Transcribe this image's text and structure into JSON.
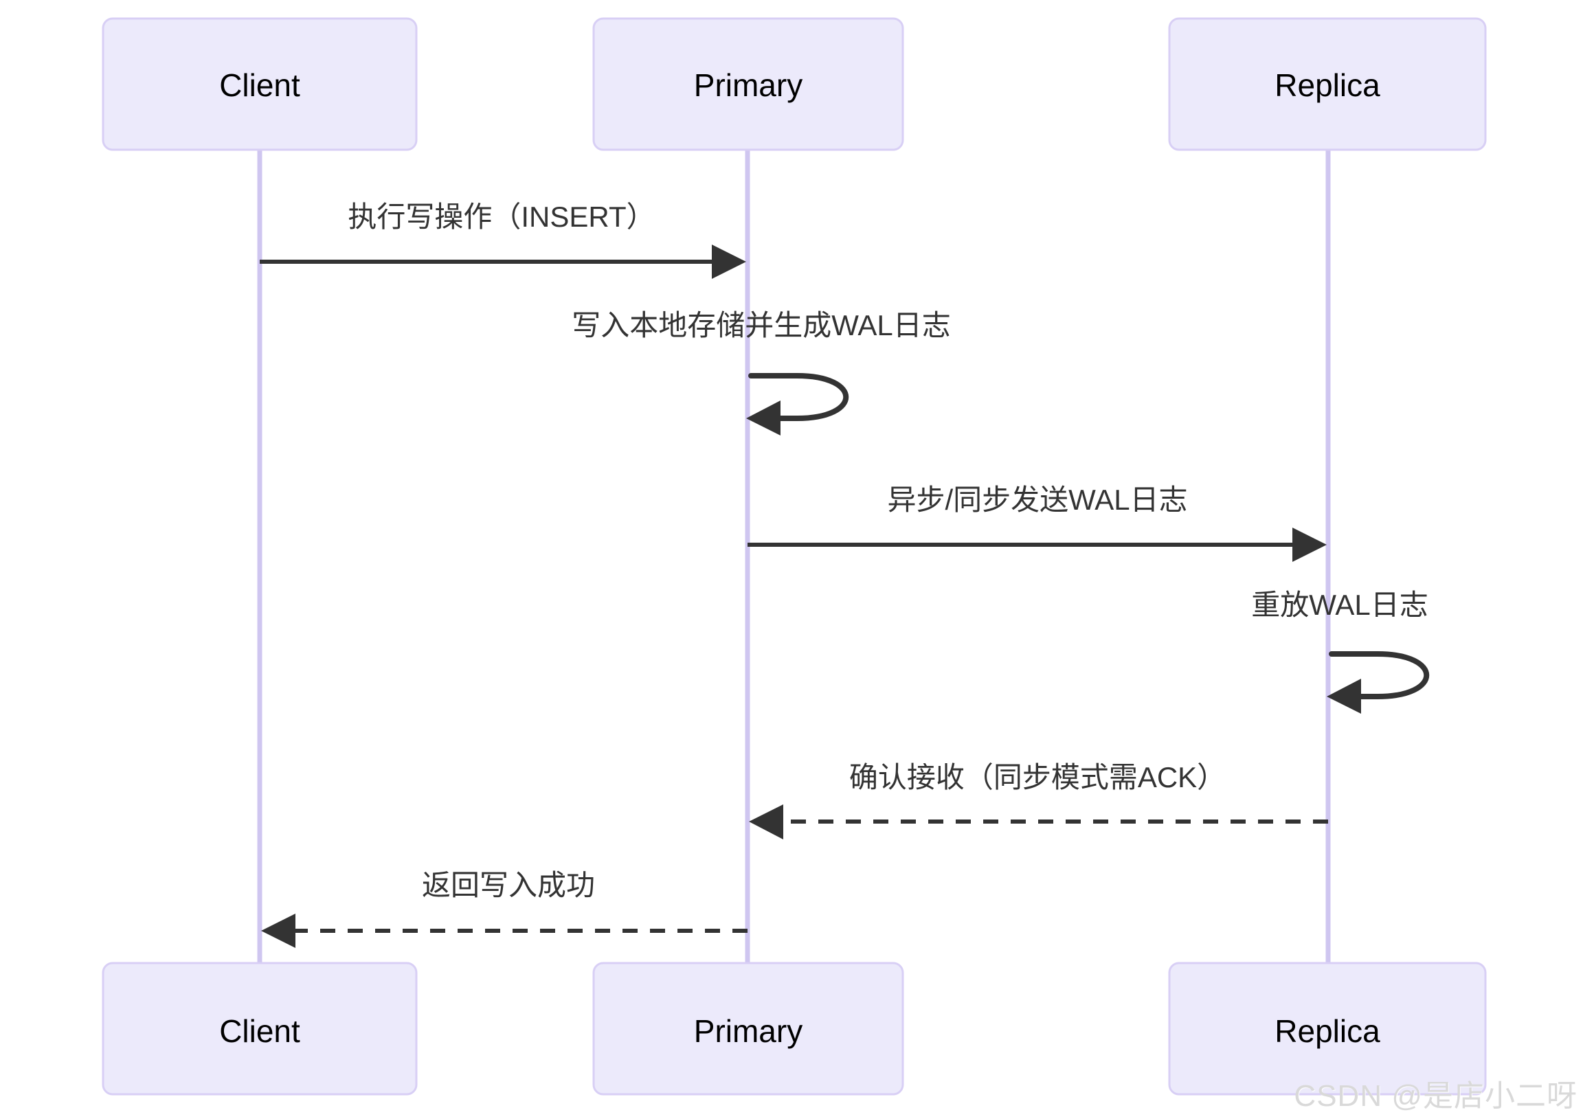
{
  "diagram": {
    "type": "sequence-diagram",
    "title": "",
    "background_color": "#ffffff",
    "actor_box_fill": "#ECEAFB",
    "actor_box_stroke": "#D8CFF5",
    "lifeline_color": "#CFC6F0",
    "line_color": "#333333",
    "actors": [
      {
        "id": "client",
        "label": "Client"
      },
      {
        "id": "primary",
        "label": "Primary"
      },
      {
        "id": "replica",
        "label": "Replica"
      }
    ],
    "actors_bottom": [
      {
        "id": "client",
        "label": "Client"
      },
      {
        "id": "primary",
        "label": "Primary"
      },
      {
        "id": "replica",
        "label": "Replica"
      }
    ],
    "messages": [
      {
        "index": 1,
        "from": "client",
        "to": "primary",
        "label": "执行写操作（INSERT）",
        "style": "solid",
        "arrow": "filled",
        "kind": "call"
      },
      {
        "index": 2,
        "from": "primary",
        "to": "primary",
        "label": "写入本地存储并生成WAL日志",
        "style": "solid",
        "arrow": "filled",
        "kind": "self"
      },
      {
        "index": 3,
        "from": "primary",
        "to": "replica",
        "label": "异步/同步发送WAL日志",
        "style": "solid",
        "arrow": "filled",
        "kind": "call"
      },
      {
        "index": 4,
        "from": "replica",
        "to": "replica",
        "label": "重放WAL日志",
        "style": "solid",
        "arrow": "filled",
        "kind": "self"
      },
      {
        "index": 5,
        "from": "replica",
        "to": "primary",
        "label": "确认接收（同步模式需ACK）",
        "style": "dashed",
        "arrow": "filled",
        "kind": "return"
      },
      {
        "index": 6,
        "from": "primary",
        "to": "client",
        "label": "返回写入成功",
        "style": "dashed",
        "arrow": "filled",
        "kind": "return"
      }
    ]
  },
  "watermark": {
    "text": "CSDN @是店小二呀"
  }
}
